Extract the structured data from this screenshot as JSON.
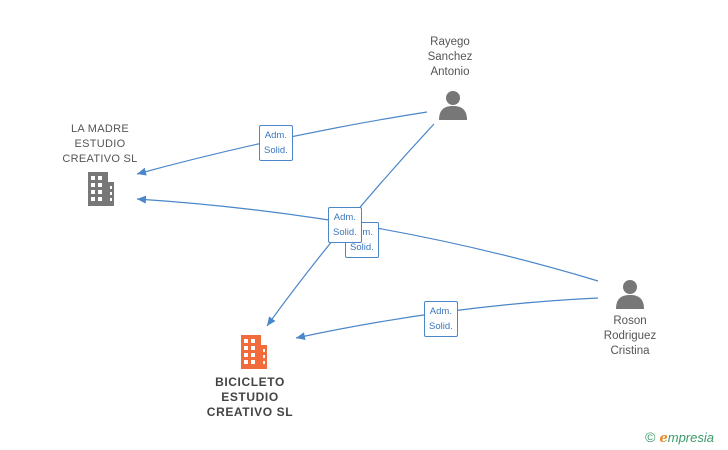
{
  "nodes": {
    "person_rayego": {
      "name": "Rayego\nSanchez\nAntonio",
      "icon": "person-icon",
      "color": "#777777"
    },
    "person_roson": {
      "name": "Roson\nRodriguez\nCristina",
      "icon": "person-icon",
      "color": "#777777"
    },
    "company_madre": {
      "name": "LA MADRE\nESTUDIO\nCREATIVO SL",
      "icon": "building-icon",
      "color": "#777777"
    },
    "company_main": {
      "name": "BICICLETO\nESTUDIO\nCREATIVO  SL",
      "icon": "building-icon",
      "color": "#f26b3a"
    }
  },
  "relations": [
    {
      "from": "person_rayego",
      "to": "company_madre",
      "label": "Adm.\nSolid."
    },
    {
      "from": "person_rayego",
      "to": "company_main",
      "label": "Adm.\nSolid."
    },
    {
      "from": "person_roson",
      "to": "company_madre",
      "label": "Adm.\nSolid."
    },
    {
      "from": "person_roson",
      "to": "company_main",
      "label": "Adm.\nSolid."
    }
  ],
  "edge_color": "#4a86c8",
  "brand": {
    "copyright": "©",
    "e": "e",
    "rest": "mpresia"
  }
}
